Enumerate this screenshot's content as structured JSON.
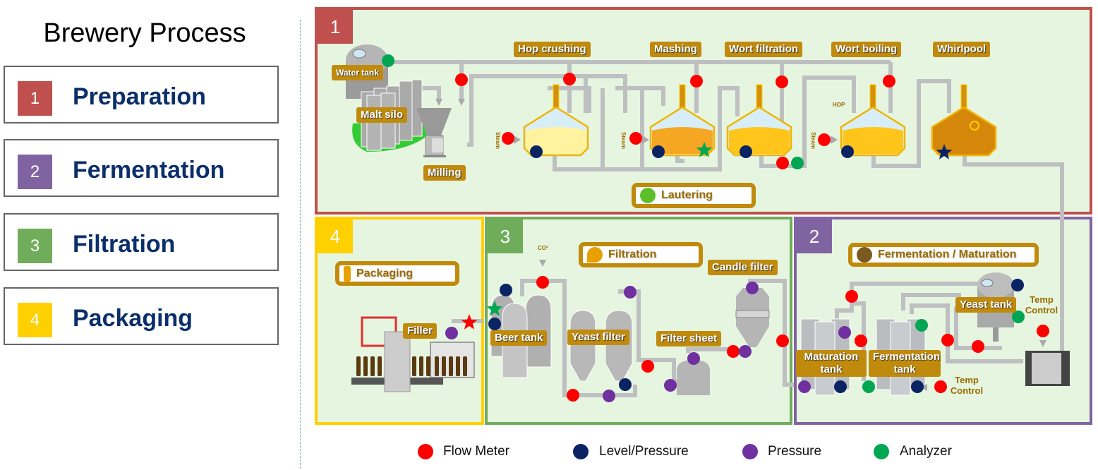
{
  "title": "Brewery Process",
  "stages": [
    {
      "num": "1",
      "label": "Preparation",
      "color": "#C0504D"
    },
    {
      "num": "2",
      "label": "Fermentation",
      "color": "#8064A2"
    },
    {
      "num": "3",
      "label": "Filtration",
      "color": "#70AD5B"
    },
    {
      "num": "4",
      "label": "Packaging",
      "color": "#FFD000"
    }
  ],
  "section1": {
    "badge": "1",
    "labels": {
      "water_tank": "Water tank",
      "malt_silo": "Malt silo",
      "milling": "Milling",
      "hop_crushing": "Hop crushing",
      "mashing": "Mashing",
      "wort_filtration": "Wort filtration",
      "wort_boiling": "Wort boiling",
      "whirlpool": "Whirlpool"
    },
    "lautering": "Lautering",
    "steam": "Steam",
    "hop": "HOP"
  },
  "section2": {
    "badge": "2",
    "header": "Fermentation / Maturation",
    "yeast_tank": "Yeast tank",
    "temp_control": "Temp Control",
    "maturation_tank": "Maturation tank",
    "fermentation_tank": "Fermentation tank"
  },
  "section3": {
    "badge": "3",
    "header": "Filtration",
    "co2": "CO²",
    "candle_filter": "Candle filter",
    "beer_tank": "Beer tank",
    "yeast_filter": "Yeast filter",
    "filter_sheet": "Filter sheet"
  },
  "section4": {
    "badge": "4",
    "header": "Packaging",
    "filler": "Filler"
  },
  "legend": [
    {
      "label": "Flow Meter",
      "color": "#FF0000"
    },
    {
      "label": "Level/Pressure",
      "color": "#0A2463"
    },
    {
      "label": "Pressure",
      "color": "#7030A0"
    },
    {
      "label": "Analyzer",
      "color": "#00A651"
    }
  ],
  "colors": {
    "pipe": "#BDBFC1",
    "label_bg": "#C08A0C",
    "section_bg": "#E6F5DF"
  }
}
